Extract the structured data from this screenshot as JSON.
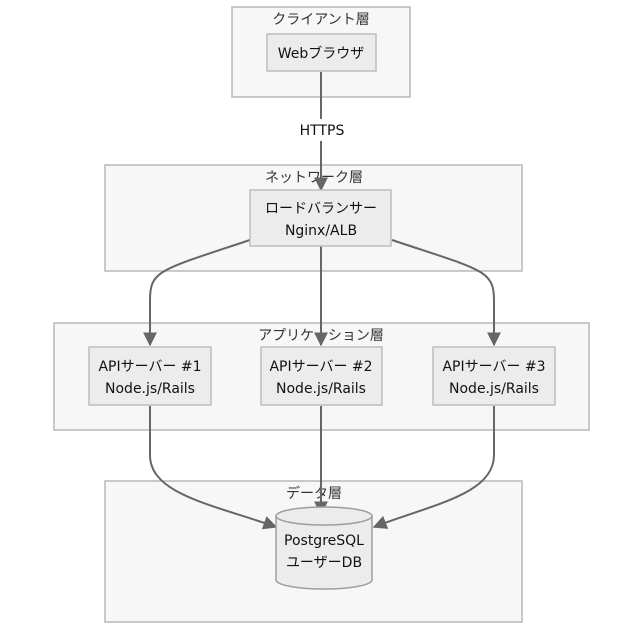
{
  "layers": {
    "client": "クライアント層",
    "network": "ネットワーク層",
    "application": "アプリケーション層",
    "data": "データ層"
  },
  "nodes": {
    "browser": "Webブラウザ",
    "lb_line1": "ロードバランサー",
    "lb_line2": "Nginx/ALB",
    "api1_line1": "APIサーバー #1",
    "api1_line2": "Node.js/Rails",
    "api2_line1": "APIサーバー #2",
    "api2_line2": "Node.js/Rails",
    "api3_line1": "APIサーバー #3",
    "api3_line2": "Node.js/Rails",
    "db_line1": "PostgreSQL",
    "db_line2": "ユーザーDB"
  },
  "edges": {
    "browser_to_lb": "HTTPS"
  }
}
